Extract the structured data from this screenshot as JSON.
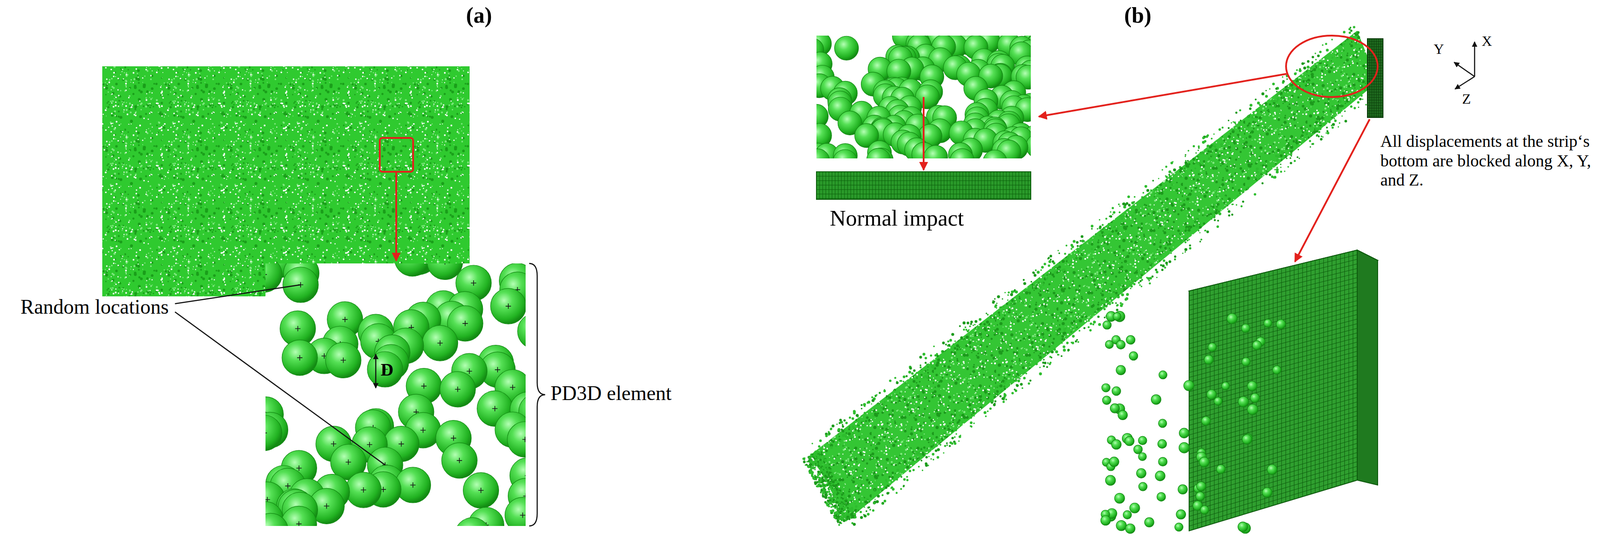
{
  "diagram": {
    "labels": [
      "(a)",
      "(b)",
      "Random locations",
      "D",
      "PD3D element",
      "Normal impact",
      "Y",
      "X",
      "Z",
      "All displacements at the strip‘s bottom are blocked along X, Y, and Z."
    ]
  }
}
